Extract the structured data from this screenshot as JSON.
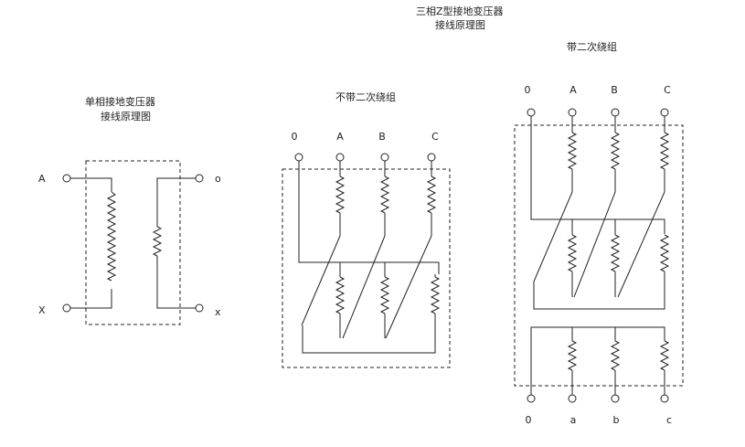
{
  "three_phase": {
    "title_line1": "三相Z型接地变压器",
    "title_line2": "接线原理图",
    "without_secondary_title": "不带二次绕组",
    "with_secondary_title": "带二次绕组",
    "terminals_primary": [
      "0",
      "A",
      "B",
      "C"
    ],
    "terminals_secondary": [
      "0",
      "a",
      "b",
      "c"
    ]
  },
  "single_phase": {
    "title_line1": "单相接地变压器",
    "title_line2": "接线原理图",
    "label_A": "A",
    "label_X": "X",
    "label_a": "o",
    "label_x": "x"
  }
}
